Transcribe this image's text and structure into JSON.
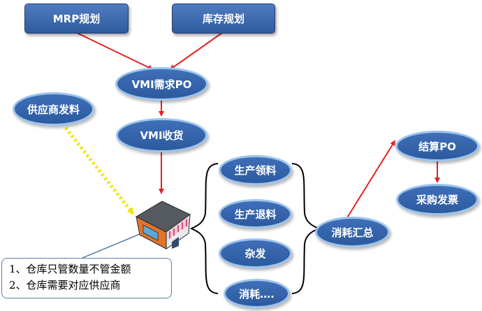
{
  "nodes": {
    "mrp": "MRP规划",
    "inventory_plan": "库存规划",
    "vmi_po": "VMI需求PO",
    "supplier": "供应商发料",
    "vmi_receipt": "VMI收货",
    "prod_issue": "生产领料",
    "prod_return": "生产退料",
    "misc": "杂发",
    "consume_more": "消耗….",
    "consume_sum": "消耗汇总",
    "settle_po": "结算PO",
    "invoice": "采购发票"
  },
  "note": {
    "line1": "1、仓库只管数量不管金额",
    "line2": "2、仓库需要对应供应商"
  },
  "colors": {
    "box_fill": "#2f5a9e",
    "oval_border": "#9cc3ec",
    "arrow_red": "#e32222",
    "arrow_yellow": "#ffff00"
  },
  "icons": {
    "warehouse": "warehouse-icon"
  }
}
